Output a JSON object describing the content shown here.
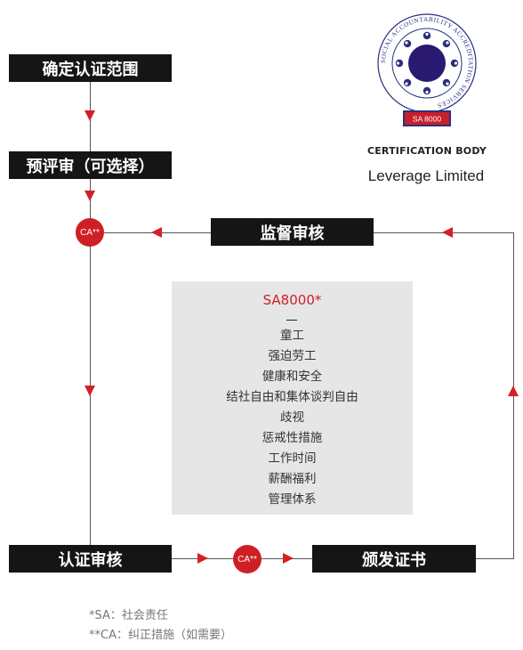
{
  "flow": {
    "scope_label": "确定认证范围",
    "pre_assessment_label": "预评审（可选择）",
    "surveillance_label": "监督审核",
    "cert_audit_label": "认证审核",
    "issue_cert_label": "颁发证书",
    "ca_label": "CA**"
  },
  "standard": {
    "title": "SA8000*",
    "dash": "—",
    "items": [
      "童工",
      "强迫劳工",
      "健康和安全",
      "结社自由和集体谈判自由",
      "歧视",
      "惩戒性措施",
      "工作时间",
      "薪酬福利",
      "管理体系"
    ]
  },
  "logo": {
    "ring_text": "SOCIAL ACCOUNTABILITY ACCREDITATION SERVICES",
    "badge": "SA 8000"
  },
  "certification": {
    "heading": "CERTIFICATION BODY",
    "name": "Leverage Limited"
  },
  "footnotes": {
    "sa": "*SA：社会责任",
    "ca": "**CA：纠正措施（如需要）"
  },
  "colors": {
    "accent": "#cf1f26",
    "box": "#151515",
    "panel": "#e6e6e6",
    "logo_navy": "#2a2f7e"
  }
}
